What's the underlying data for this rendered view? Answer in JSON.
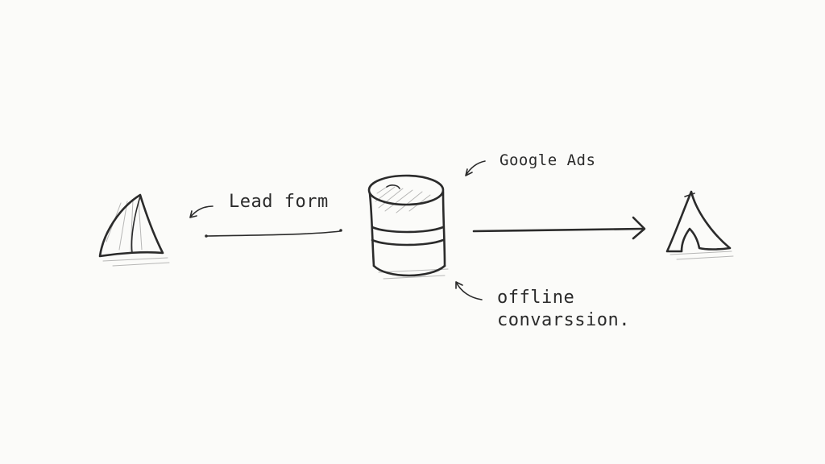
{
  "labels": {
    "lead_form": "Lead form",
    "google_ads": "Google Ads",
    "offline_line1": "offline",
    "offline_line2": "convarssion."
  },
  "colors": {
    "ink": "#2b2b2b",
    "paper": "#fbfbf9",
    "pencil": "#9a9a9a"
  }
}
